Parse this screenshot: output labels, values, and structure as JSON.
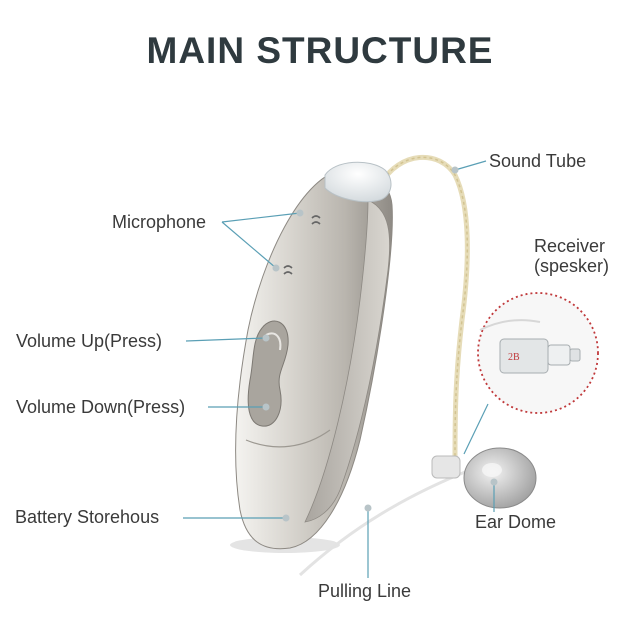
{
  "title": "MAIN STRUCTURE",
  "labels": {
    "sound_tube": "Sound Tube",
    "microphone": "Microphone",
    "receiver_line1": "Receiver",
    "receiver_line2": "(spesker)",
    "volume_up": "Volume Up(Press)",
    "volume_down": "Volume Down(Press)",
    "battery": "Battery Storehous",
    "ear_dome": "Ear Dome",
    "pulling_line": "Pulling Line",
    "receiver_marking": "2B"
  },
  "colors": {
    "title": "#2f3a3f",
    "leader_line": "#5a9fb5",
    "zoom_circle": "#c0393b",
    "device_body": "#c9c6c0",
    "sound_tube": "#e6dcb8"
  }
}
